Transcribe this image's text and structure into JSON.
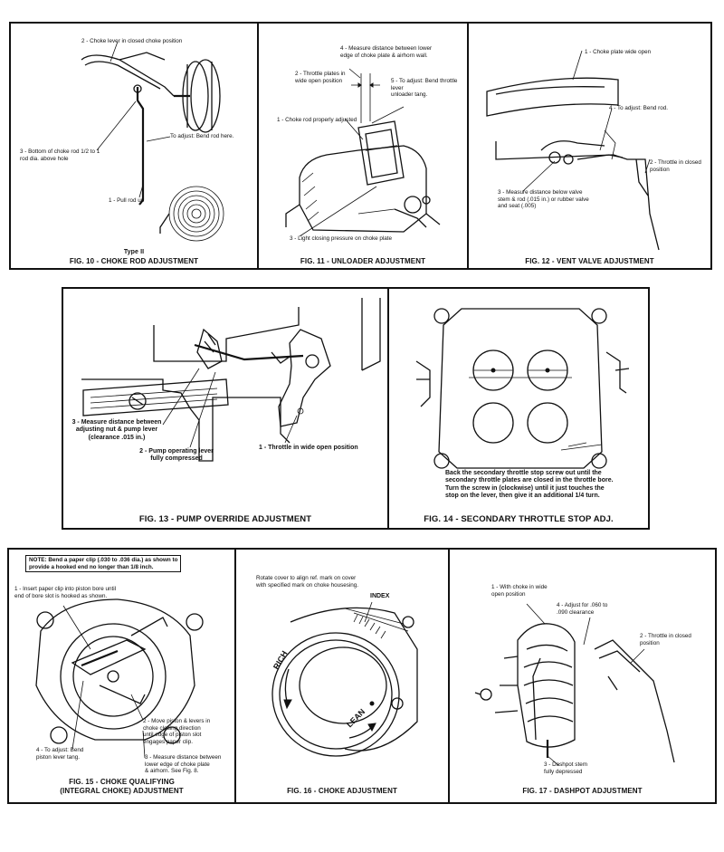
{
  "fig10": {
    "caption": "FIG. 10 - CHOKE ROD ADJUSTMENT",
    "type_label": "Type II",
    "labels": {
      "l2": "2 - Choke lever in closed choke position",
      "l3": "3 - Bottom of choke rod 1/2 to 1\nrod dia. above hole",
      "adjust": "To adjust: Bend rod here.",
      "l1": "1 - Pull rod up"
    }
  },
  "fig11": {
    "caption": "FIG. 11 - UNLOADER ADJUSTMENT",
    "labels": {
      "l4": "4 - Measure distance between lower\nedge of choke plate & airhorn wall.",
      "l2": "2 - Throttle plates in\nwide open position",
      "l5": "5 - To adjust: Bend throttle lever\nunloader tang.",
      "l1": "1 - Choke rod properly adjusted",
      "l3": "3 - Light closing pressure on choke plate"
    }
  },
  "fig12": {
    "caption": "FIG. 12 - VENT VALVE ADJUSTMENT",
    "labels": {
      "l1": "1 - Choke plate wide open",
      "l4": "4 - To adjust: Bend rod.",
      "l2": "2 - Throttle in closed\nposition",
      "l3": "3 - Measure distance below valve\nstem & rod (.015 in.) or rubber valve\nand seat (.005)"
    }
  },
  "fig13": {
    "caption": "FIG. 13 - PUMP OVERRIDE ADJUSTMENT",
    "labels": {
      "l3": "3 - Measure distance between\nadjusting nut & pump lever\n(clearance .015 in.)",
      "l2": "2 - Pump operating lever\nfully compressed",
      "l1": "1 - Throttle in wide open position"
    }
  },
  "fig14": {
    "caption": "FIG. 14 - SECONDARY THROTTLE STOP ADJ.",
    "note": "Back the secondary throttle stop screw out until the\nsecondary throttle plates are closed in the throttle bore.\nTurn the screw in (clockwise) until it just touches the\nstop on the lever, then give it an additional 1/4 turn."
  },
  "fig15": {
    "caption": "FIG. 15 - CHOKE QUALIFYING\n(INTEGRAL CHOKE) ADJUSTMENT",
    "note": "NOTE:  Bend a paper clip (.030 to .036 dia.) as shown to\n  provide a hooked end no longer than 1/8 inch.",
    "labels": {
      "l1": "1 - Insert paper clip into piston bore until\nend of bore slot is hooked as shown.",
      "l2": "2 - Move piston & levers in\nchoke closing direction\nuntil edge of piston slot\nengages paper clip.",
      "l4": "4 - To adjust: Bend\npiston lever tang.",
      "l3": "3 - Measure distance between\nlower edge of choke plate\n& airhorn.  See Fig. 8."
    }
  },
  "fig16": {
    "caption": "FIG. 16 - CHOKE ADJUSTMENT",
    "labels": {
      "rotate": "Rotate cover to align ref. mark on cover\nwith specified mark on choke housesing.",
      "index": "INDEX",
      "rich": "RICH",
      "lean": "LEAN"
    }
  },
  "fig17": {
    "caption": "FIG. 17 - DASHPOT ADJUSTMENT",
    "labels": {
      "l1": "1 - With choke in wide\nopen position",
      "l4": "4 - Adjust for .060 to\n.090 clearance",
      "l2": "2 - Throttle in closed\nposition",
      "l3": "3 - Dashpot stem\nfully depressed"
    }
  }
}
